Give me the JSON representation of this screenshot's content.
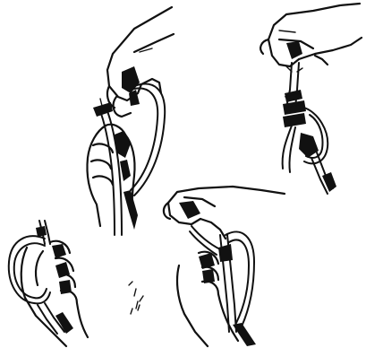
{
  "figure": {
    "panels": [
      {
        "id": "step-1",
        "hand_icon": "hand-holding-cord-icon",
        "loop_icon": "cord-loop-icon"
      },
      {
        "id": "step-2",
        "hand_icon": "hand-pinching-loop-icon",
        "loop_icon": "cord-loop-icon"
      },
      {
        "id": "step-3",
        "hand_icon": "hand-wrapping-cord-icon",
        "loop_icon": "cord-coil-icon"
      },
      {
        "id": "step-4",
        "hand_icon": "hand-passing-end-icon",
        "loop_icon": "cord-loop-icon"
      },
      {
        "id": "step-5",
        "hand_icon": "hand-gripping-cord-icon",
        "loop_icon": "cord-loop-icon"
      }
    ],
    "colors": {
      "ink": "#111111",
      "paper": "#ffffff"
    }
  }
}
